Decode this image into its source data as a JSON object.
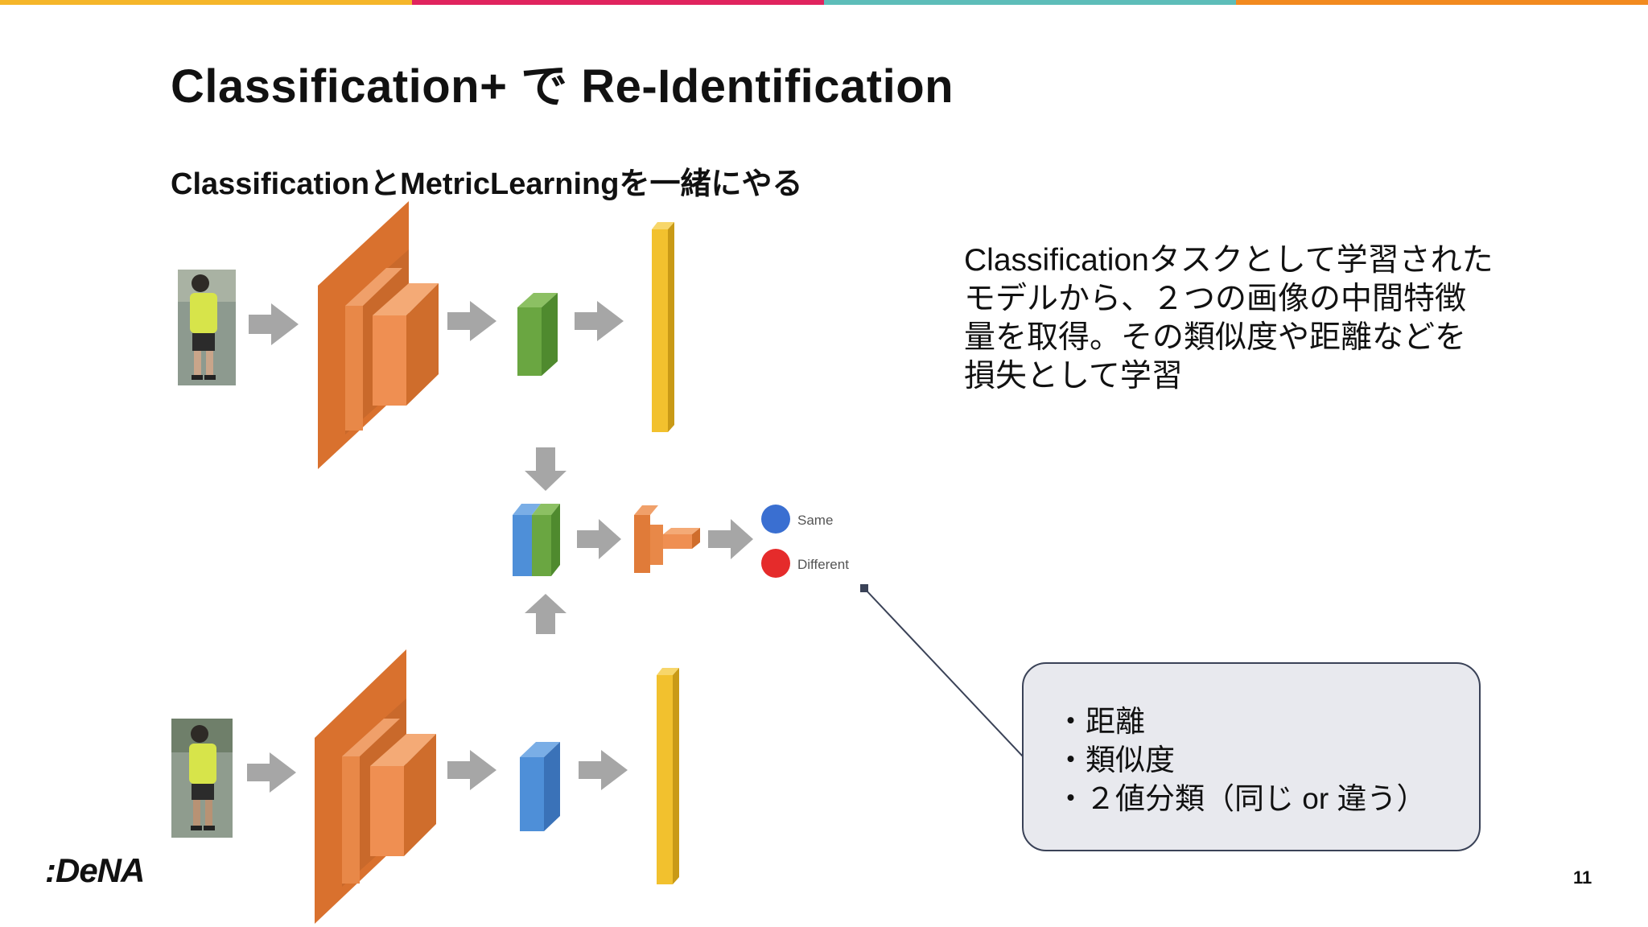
{
  "colors": {
    "top_bar": [
      "#f5b62a",
      "#e0245e",
      "#5dbdb9",
      "#f28a1f"
    ],
    "conv": "#e07b39",
    "feature_green": "#6aa641",
    "feature_blue": "#4e8fd8",
    "embedding": "#f2c12e",
    "arrow": "#a6a6a6",
    "same_dot": "#3a6fd1",
    "different_dot": "#e52b2b"
  },
  "slide": {
    "title": "Classification+ で Re-Identification",
    "subtitle": "ClassificationとMetricLearningを一緒にやる",
    "description": "Classificationタスクとして学習されたモデルから、２つの画像の中間特徴量を取得。その類似度や距離などを損失として学習",
    "callout_items": [
      "距離",
      "類似度",
      "２値分類（同じ or 違う）"
    ],
    "logo": ":DeNA",
    "page_number": "11"
  },
  "diagram": {
    "output_labels": {
      "same": "Same",
      "different": "Different"
    },
    "icons": [
      "person-photo-top",
      "person-photo-bottom",
      "arrow-icons"
    ]
  }
}
